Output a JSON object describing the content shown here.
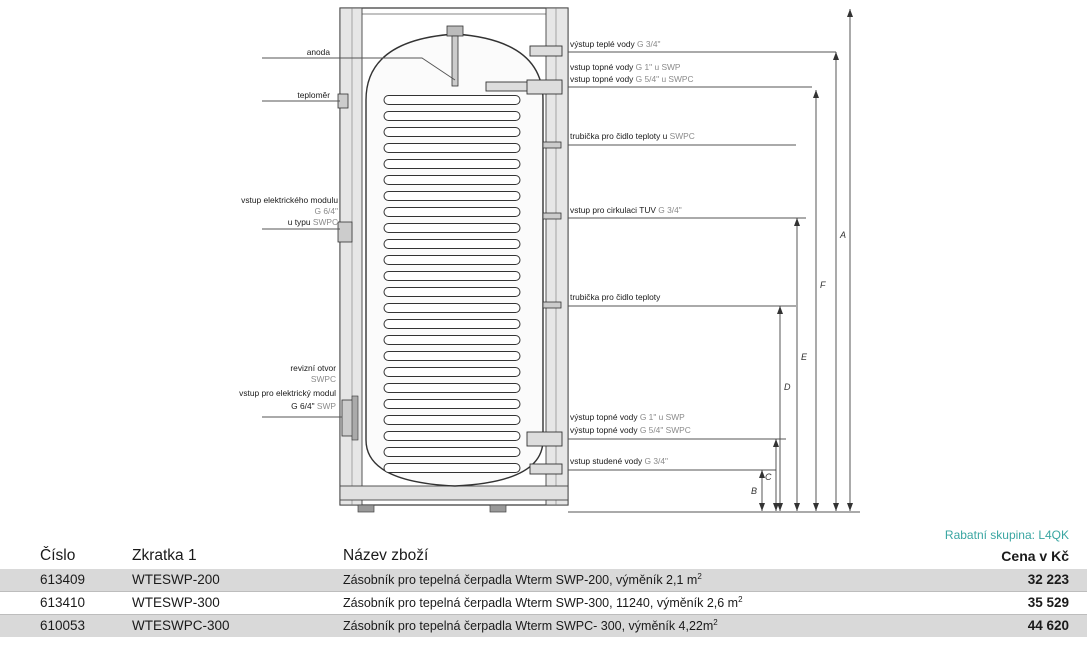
{
  "diagram": {
    "labels_left": {
      "anoda": "anoda",
      "teplomer": "teploměr",
      "vstup_modulu_1": "vstup elektrického modulu",
      "vstup_modulu_2": "G 6/4\"",
      "vstup_modulu_3a": "u typu",
      "vstup_modulu_3b": "SWPC",
      "revizni_1": "revizní otvor",
      "revizni_2": "SWPC",
      "revizni_3": "vstup pro elektrický modul",
      "revizni_4a": "G 6/4\"",
      "revizni_4b": "SWP"
    },
    "labels_right": {
      "teple_a": "výstup teplé vody",
      "teple_b": "G 3/4\"",
      "topne1_a": "vstup topné vody",
      "topne1_b": "G 1\" u SWP",
      "topne2_a": "vstup topné vody",
      "topne2_b": "G 5/4\" u SWPC",
      "trubicka1_a": "trubička pro čidlo teploty u",
      "trubicka1_b": "SWPC",
      "cirkulace_a": "vstup pro cirkulaci TUV",
      "cirkulace_b": "G 3/4\"",
      "trubicka2": "trubička pro čidlo teploty",
      "topne3_a": "výstup topné vody",
      "topne3_b": "G 1\" u SWP",
      "topne4_a": "výstup topné vody",
      "topne4_b": "G 5/4\" SWPC",
      "studene_a": "vstup studené vody",
      "studene_b": "G 3/4\""
    },
    "dimensions": {
      "A": "A",
      "F": "F",
      "E": "E",
      "D": "D",
      "C": "C",
      "B": "B"
    }
  },
  "rabatni_skupina": "Rabatní skupina: L4QK",
  "table": {
    "headers": {
      "cislo": "Číslo",
      "zkratka": "Zkratka 1",
      "nazev": "Název zboží",
      "cena": "Cena v Kč"
    },
    "rows": [
      {
        "cislo": "613409",
        "zkratka": "WTESWP-200",
        "nazev": "Zásobník pro tepelná čerpadla Wterm SWP-200, výměník 2,1 m",
        "exp": "2",
        "cena": "32 223"
      },
      {
        "cislo": "613410",
        "zkratka": "WTESWP-300",
        "nazev": "Zásobník pro tepelná čerpadla Wterm SWP-300, 11240, výměník 2,6 m",
        "exp": "2",
        "cena": "35 529"
      },
      {
        "cislo": "610053",
        "zkratka": "WTESWPC-300",
        "nazev": "Zásobník pro tepelná čerpadla Wterm SWPC- 300, výměník 4,22m",
        "exp": "2",
        "cena": "44 620"
      }
    ]
  }
}
